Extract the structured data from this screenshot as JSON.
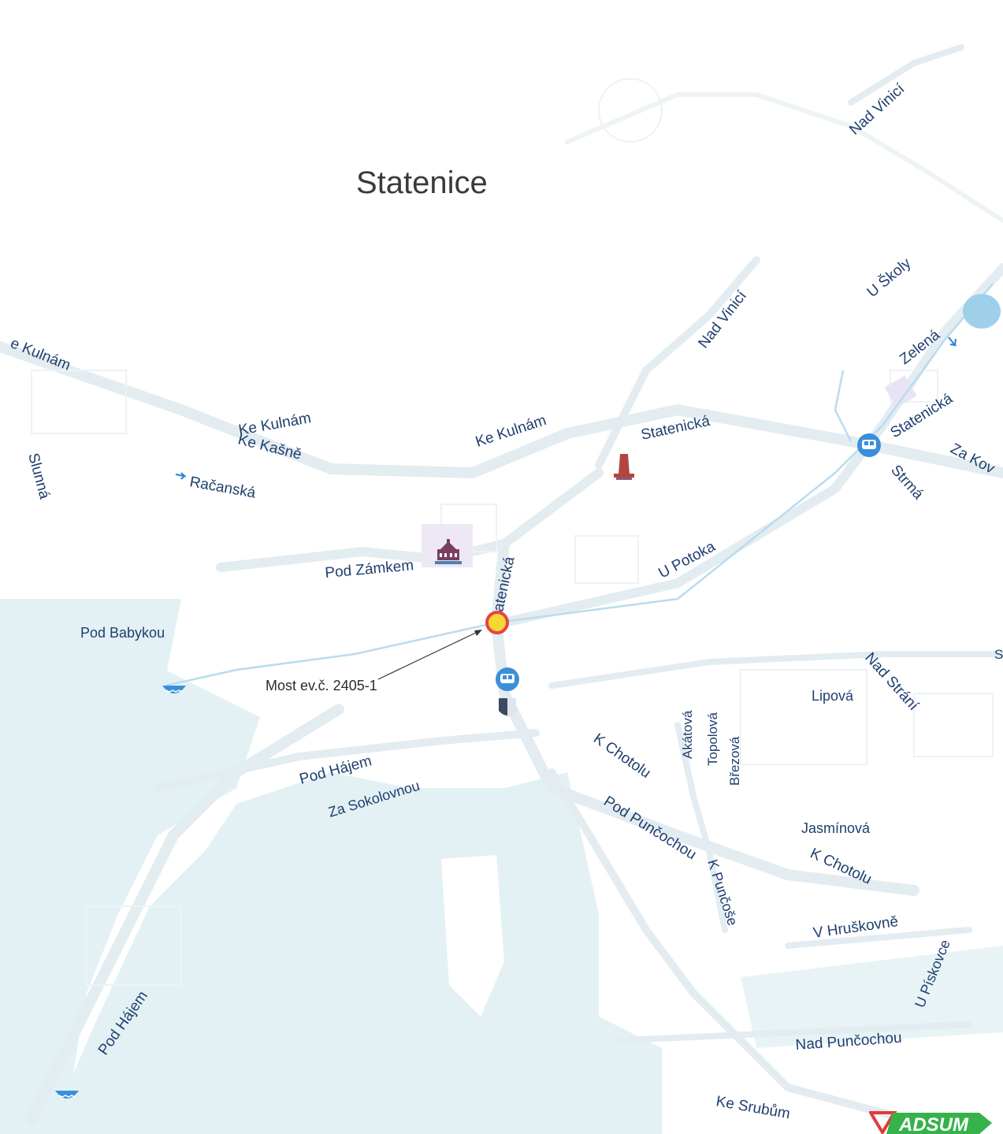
{
  "map": {
    "town_name": "Statenice",
    "colors": {
      "background": "#ffffff",
      "forest": "#e3f1f5",
      "road": "#dfe9ef",
      "stream": "#b9dcef",
      "label": "#1f3f6e",
      "marker_ring": "#e54444",
      "marker_fill": "#f6d833",
      "bus": "#3a8fd9",
      "brand_green": "#36b24a",
      "brand_red": "#e23a3a"
    },
    "marker": {
      "label": "Most ev.č. 2405-1"
    },
    "street_labels": {
      "ke_kulnam_1": "e Kulnám",
      "ke_kulnam_2": "Ke Kulnám",
      "ke_kulnam_3": "Ke Kulnám",
      "ke_kasne": "Ke Kašně",
      "racanska": "Račanská",
      "slunna": "Slunná",
      "pod_zamkem": "Pod Zámkem",
      "statenicka_v": "atenická",
      "statenicka_1": "Statenická",
      "statenicka_2": "Statenická",
      "nad_vinici_1": "Nad Vinicí",
      "nad_vinici_2": "Nad Vinicí",
      "u_skoly": "U Školy",
      "zelena": "Zelená",
      "za_kov": "Za Kov",
      "strma": "Strmá",
      "u_potoka": "U Potoka",
      "pod_babykou": "Pod Babykou",
      "nad_strani": "Nad Strání",
      "lipova": "Lipová",
      "akatova": "Akátová",
      "topolova": "Topolová",
      "brezova": "Březová",
      "k_chotolu_1": "K Chotolu",
      "k_chotolu_2": "K Chotolu",
      "pod_hajem_1": "Pod Hájem",
      "pod_hajem_2": "Pod Hájem",
      "za_sokolovnou": "Za Sokolovnou",
      "pod_puncochou": "Pod Punčochou",
      "k_puncose": "K Punčoše",
      "jasminova": "Jasmínová",
      "v_hruskovne": "V Hruškovně",
      "u_piskovce": "U Pískovce",
      "nad_puncochou": "Nad Punčochou",
      "ke_srubum": "Ke Srubům",
      "edge_s": "S"
    },
    "icons": [
      "bus-stop-icon",
      "castle-icon",
      "monument-icon",
      "town-hall-icon",
      "water-feature-icon"
    ],
    "brand": {
      "logo_text": "ADSUM"
    }
  }
}
